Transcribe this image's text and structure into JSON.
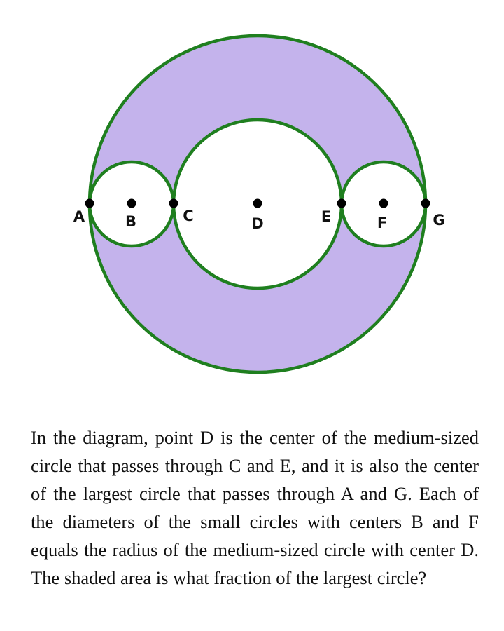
{
  "diagram": {
    "colors": {
      "shade": "#c4b3ec",
      "stroke": "#1f7f1f",
      "point": "#000000"
    },
    "points": [
      "A",
      "B",
      "C",
      "D",
      "E",
      "F",
      "G"
    ]
  },
  "problem": {
    "text": "In the diagram, point D is the center of the medium-sized circle that passes through C and E, and it is also the center of the largest circle that passes through A and G. Each of the diameters of the small circles with centers B and F equals the radius of the medium-sized circle with center D. The shaded area is what fraction of the largest circle?"
  }
}
